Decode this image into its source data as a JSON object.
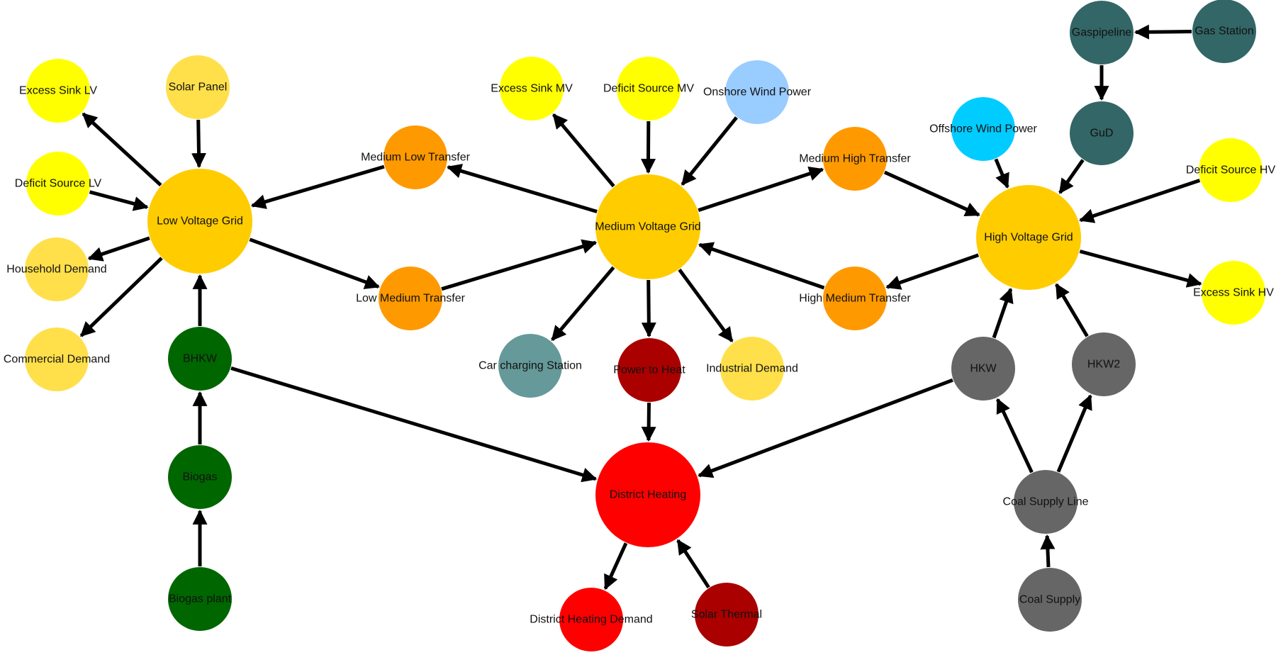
{
  "palette": {
    "grid": "#ffcc00",
    "yellow": "#ffff00",
    "light_yellow": "#ffe04b",
    "orange": "#ff9900",
    "sky_blue": "#99ccff",
    "cyan": "#00ccff",
    "teal_dark": "#336666",
    "teal": "#669999",
    "dark_red": "#aa0000",
    "red": "#ff0000",
    "dark_green": "#006600",
    "gray": "#666666",
    "edge": "#000000"
  },
  "nodes": [
    {
      "id": "excess_sink_lv",
      "label": "Excess Sink LV",
      "color": "yellow"
    },
    {
      "id": "solar_panel",
      "label": "Solar Panel",
      "color": "light_yellow"
    },
    {
      "id": "deficit_source_lv",
      "label": "Deficit Source LV",
      "color": "yellow"
    },
    {
      "id": "low_voltage_grid",
      "label": "Low Voltage Grid",
      "color": "grid"
    },
    {
      "id": "household_demand",
      "label": "Household Demand",
      "color": "light_yellow"
    },
    {
      "id": "commercial_demand",
      "label": "Commercial Demand",
      "color": "light_yellow"
    },
    {
      "id": "bhkw",
      "label": "BHKW",
      "color": "dark_green"
    },
    {
      "id": "biogas",
      "label": "Biogas",
      "color": "dark_green"
    },
    {
      "id": "biogas_plant",
      "label": "Biogas plant",
      "color": "dark_green"
    },
    {
      "id": "medium_low_transfer",
      "label": "Medium Low Transfer",
      "color": "orange"
    },
    {
      "id": "low_medium_transfer",
      "label": "Low Medium Transfer",
      "color": "orange"
    },
    {
      "id": "excess_sink_mv",
      "label": "Excess Sink MV",
      "color": "yellow"
    },
    {
      "id": "deficit_source_mv",
      "label": "Deficit Source MV",
      "color": "yellow"
    },
    {
      "id": "onshore_wind_power",
      "label": "Onshore Wind Power",
      "color": "sky_blue"
    },
    {
      "id": "medium_voltage_grid",
      "label": "Medium Voltage Grid",
      "color": "grid"
    },
    {
      "id": "car_charging_station",
      "label": "Car charging Station",
      "color": "teal"
    },
    {
      "id": "power_to_heat",
      "label": "Power to Heat",
      "color": "dark_red"
    },
    {
      "id": "industrial_demand",
      "label": "Industrial Demand",
      "color": "light_yellow"
    },
    {
      "id": "district_heating",
      "label": "District Heating",
      "color": "red"
    },
    {
      "id": "district_heating_demand",
      "label": "District Heating Demand",
      "color": "red"
    },
    {
      "id": "solar_thermal",
      "label": "Solar Thermal",
      "color": "dark_red"
    },
    {
      "id": "medium_high_transfer",
      "label": "Medium High Transfer",
      "color": "orange"
    },
    {
      "id": "high_medium_transfer",
      "label": "High Medium Transfer",
      "color": "orange"
    },
    {
      "id": "offshore_wind_power",
      "label": "Offshore Wind Power",
      "color": "cyan"
    },
    {
      "id": "gaspipeline",
      "label": "Gaspipeline",
      "color": "teal_dark"
    },
    {
      "id": "gas_station",
      "label": "Gas Station",
      "color": "teal_dark"
    },
    {
      "id": "gud",
      "label": "GuD",
      "color": "teal_dark"
    },
    {
      "id": "high_voltage_grid",
      "label": "High Voltage Grid",
      "color": "grid"
    },
    {
      "id": "deficit_source_hv",
      "label": "Deficit Source HV",
      "color": "yellow"
    },
    {
      "id": "excess_sink_hv",
      "label": "Excess Sink HV",
      "color": "yellow"
    },
    {
      "id": "hkw",
      "label": "HKW",
      "color": "gray"
    },
    {
      "id": "hkw2",
      "label": "HKW2",
      "color": "gray"
    },
    {
      "id": "coal_supply_line",
      "label": "Coal Supply Line",
      "color": "gray"
    },
    {
      "id": "coal_supply",
      "label": "Coal Supply",
      "color": "gray"
    }
  ],
  "edges": [
    [
      "low_voltage_grid",
      "excess_sink_lv"
    ],
    [
      "solar_panel",
      "low_voltage_grid"
    ],
    [
      "deficit_source_lv",
      "low_voltage_grid"
    ],
    [
      "low_voltage_grid",
      "household_demand"
    ],
    [
      "low_voltage_grid",
      "commercial_demand"
    ],
    [
      "bhkw",
      "low_voltage_grid"
    ],
    [
      "biogas",
      "bhkw"
    ],
    [
      "biogas_plant",
      "biogas"
    ],
    [
      "medium_low_transfer",
      "low_voltage_grid"
    ],
    [
      "low_voltage_grid",
      "low_medium_transfer"
    ],
    [
      "medium_voltage_grid",
      "medium_low_transfer"
    ],
    [
      "low_medium_transfer",
      "medium_voltage_grid"
    ],
    [
      "medium_voltage_grid",
      "excess_sink_mv"
    ],
    [
      "deficit_source_mv",
      "medium_voltage_grid"
    ],
    [
      "onshore_wind_power",
      "medium_voltage_grid"
    ],
    [
      "medium_voltage_grid",
      "car_charging_station"
    ],
    [
      "medium_voltage_grid",
      "power_to_heat"
    ],
    [
      "medium_voltage_grid",
      "industrial_demand"
    ],
    [
      "power_to_heat",
      "district_heating"
    ],
    [
      "bhkw",
      "district_heating"
    ],
    [
      "hkw",
      "district_heating"
    ],
    [
      "district_heating",
      "district_heating_demand"
    ],
    [
      "solar_thermal",
      "district_heating"
    ],
    [
      "medium_voltage_grid",
      "medium_high_transfer"
    ],
    [
      "medium_high_transfer",
      "high_voltage_grid"
    ],
    [
      "high_voltage_grid",
      "high_medium_transfer"
    ],
    [
      "high_medium_transfer",
      "medium_voltage_grid"
    ],
    [
      "offshore_wind_power",
      "high_voltage_grid"
    ],
    [
      "gas_station",
      "gaspipeline"
    ],
    [
      "gaspipeline",
      "gud"
    ],
    [
      "gud",
      "high_voltage_grid"
    ],
    [
      "deficit_source_hv",
      "high_voltage_grid"
    ],
    [
      "high_voltage_grid",
      "excess_sink_hv"
    ],
    [
      "hkw",
      "high_voltage_grid"
    ],
    [
      "hkw2",
      "high_voltage_grid"
    ],
    [
      "coal_supply_line",
      "hkw"
    ],
    [
      "coal_supply_line",
      "hkw2"
    ],
    [
      "coal_supply",
      "coal_supply_line"
    ]
  ]
}
